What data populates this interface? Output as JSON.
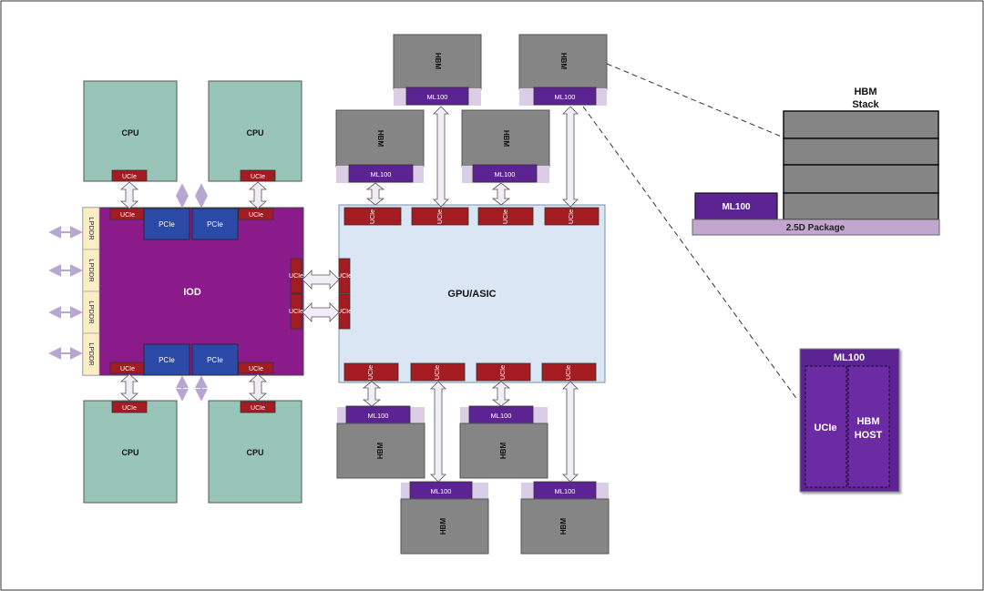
{
  "labels": {
    "cpu": "CPU",
    "iod": "IOD",
    "gpu": "GPU/ASIC",
    "ucie": "UCIe",
    "pcie": "PCIe",
    "lpddr": "LPDDR",
    "hbm": "HBM",
    "ml100": "ML100",
    "hbm_stack_title_1": "HBM",
    "hbm_stack_title_2": "Stack",
    "package": "2.5D Package",
    "detail_title": "ML100",
    "detail_ucie": "UCIe",
    "detail_host_1": "HBM",
    "detail_host_2": "HOST"
  },
  "colors": {
    "cpu": "#99c5b8",
    "iod": "#8b1a8b",
    "gpu": "#dae6f4",
    "ucie": "#a31c22",
    "pcie": "#2b4aa8",
    "lpddr": "#fbeec5",
    "hbm": "#858585",
    "ml100": "#5c2392",
    "ml100_pad": "#dccde6",
    "arrow": "#b8a6d2",
    "package": "#c3a6cf"
  },
  "icons": {
    "link_arrow": "double-headed-arrow",
    "callout": "dashed-leader-line"
  }
}
